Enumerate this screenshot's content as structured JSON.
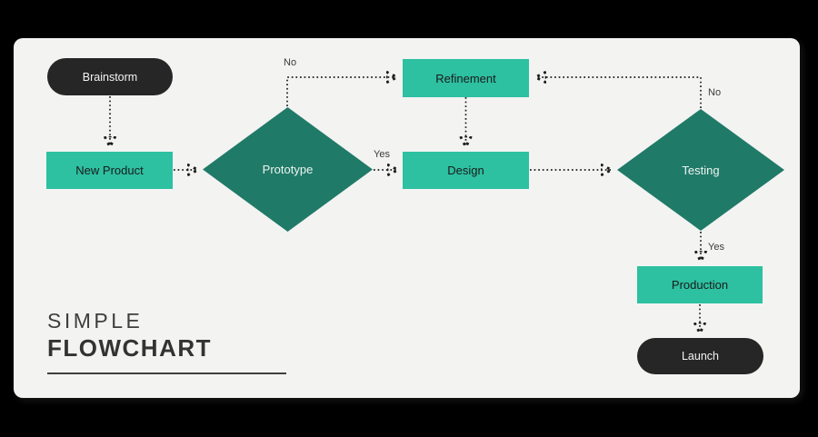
{
  "title": {
    "line1": "SIMPLE",
    "line2": "FLOWCHART"
  },
  "colors": {
    "background": "#000000",
    "card": "#f3f3f2",
    "process_fill": "#2dc0a1",
    "decision_fill": "#207a68",
    "terminator_fill": "#262626",
    "connector": "#1c1c1c",
    "title_text": "#333333",
    "label_text": "#3b3b3b"
  },
  "nodes": {
    "brainstorm": {
      "label": "Brainstorm",
      "type": "terminator"
    },
    "new_product": {
      "label": "New Product",
      "type": "process"
    },
    "prototype": {
      "label": "Prototype",
      "type": "decision"
    },
    "refinement": {
      "label": "Refinement",
      "type": "process"
    },
    "design": {
      "label": "Design",
      "type": "process"
    },
    "testing": {
      "label": "Testing",
      "type": "decision"
    },
    "production": {
      "label": "Production",
      "type": "process"
    },
    "launch": {
      "label": "Launch",
      "type": "terminator"
    }
  },
  "edge_labels": {
    "prototype_no": "No",
    "prototype_yes": "Yes",
    "testing_no": "No",
    "testing_yes": "Yes"
  }
}
